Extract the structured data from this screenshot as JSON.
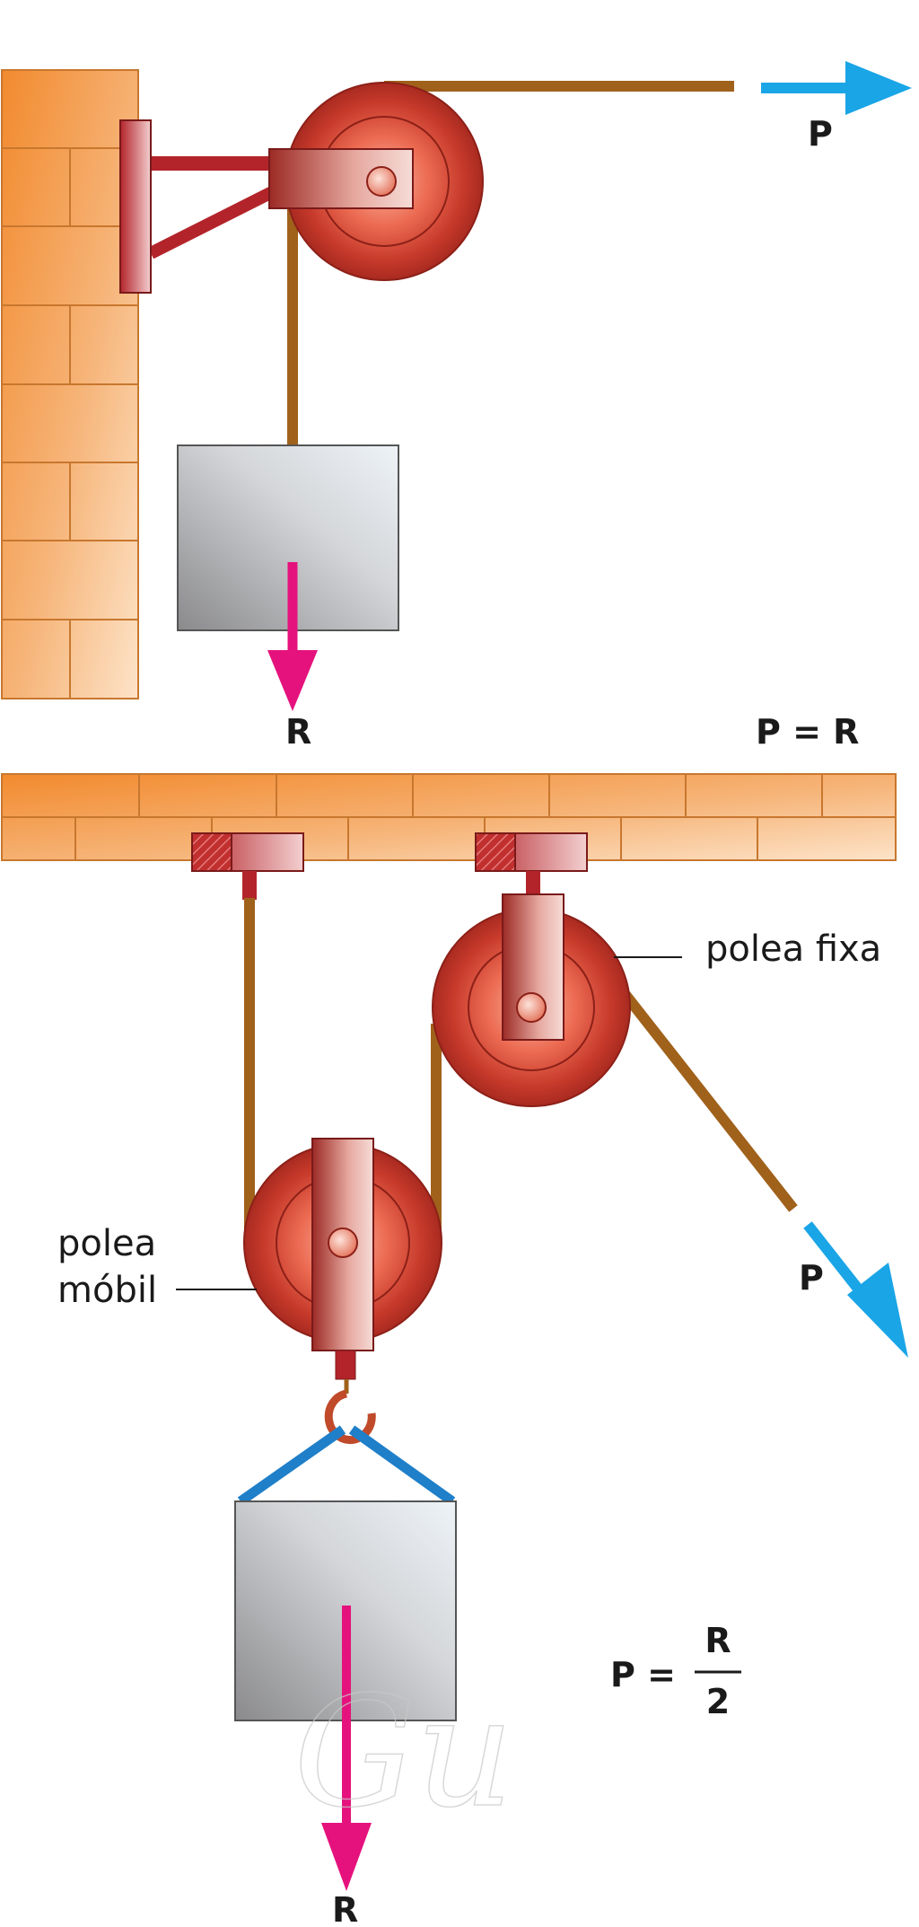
{
  "top_diagram": {
    "pull_force_label": "P",
    "load_force_label": "R",
    "equation": "P = R"
  },
  "bottom_diagram": {
    "fixed_pulley_label": "polea fixa",
    "movable_pulley_label_line1": "polea",
    "movable_pulley_label_line2": "móbil",
    "pull_force_label": "P",
    "load_force_label": "R",
    "equation_left": "P =",
    "equation_numerator": "R",
    "equation_denominator": "2"
  },
  "watermark_text": "Gu",
  "colors": {
    "brick": "#f29a45",
    "brick_light": "#fbd3a6",
    "mortar": "#c8772e",
    "rope": "#a0611b",
    "pulley": "#c73a2b",
    "pulley_light": "#f07a62",
    "bracket": "#b3242a",
    "block": "#b9b9bb",
    "force_P": "#1aa5e6",
    "force_R": "#e5127d",
    "sling": "#1f7fc9"
  }
}
